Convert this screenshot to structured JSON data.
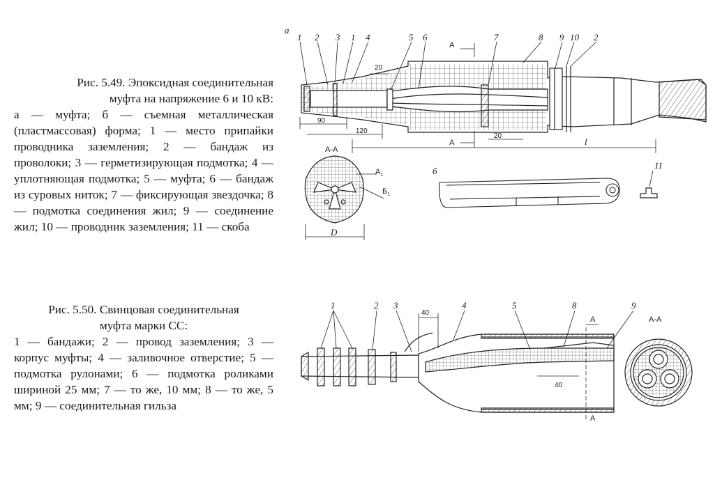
{
  "figure_549": {
    "caption": {
      "title_line1": "Рис. 5.49. Эпоксидная соединительная",
      "title_line2": "муфта на напряжение 6 и 10 кВ:",
      "body": "а — муфта; б — съемная металлическая (пластмассовая) форма; 1 — место припайки проводника заземления; 2 — бандаж из проволоки; 3 — герметизирующая подмотка; 4 — уплотняющая подмотка; 5 — муфта; 6 — бандаж из суровых ниток; 7 — фиксирующая звездочка; 8 — подмотка соединения жил; 9 — соединение жил; 10 — проводник заземления; 11 — скоба"
    },
    "labels": {
      "view_a": "а",
      "view_b": "б",
      "n1": "1",
      "n2": "2",
      "n3": "3",
      "n1b": "1",
      "n4": "4",
      "n5": "5",
      "n6": "6",
      "n7": "7",
      "n8": "8",
      "n9": "9",
      "n10": "10",
      "n2b": "2",
      "n11": "11",
      "section_top": "А",
      "section_bottom": "А",
      "section_name": "А-А",
      "dim_20_top": "20",
      "dim_90": "90",
      "dim_120": "120",
      "dim_20_bottom": "20",
      "dim_l": "l",
      "dim_a1": "А",
      "dim_a1_sub": "1",
      "dim_b1": "Б",
      "dim_b1_sub": "1",
      "dim_d": "D"
    }
  },
  "figure_550": {
    "caption": {
      "title_line1": "Рис. 5.50. Свинцовая соединительная",
      "title_line2": "муфта марки СС:",
      "body": "1 — бандажи; 2 — провод заземления; 3 — корпус муфты; 4 — заливочное отверстие; 5 — подмотка рулонами; 6 — подмотка роликами шириной 25 мм; 7 — то же, 10 мм; 8 — то же, 5 мм; 9 — соединительная гильза"
    },
    "labels": {
      "n1": "1",
      "n2": "2",
      "n3": "3",
      "n4": "4",
      "n5": "5",
      "n8": "8",
      "n9": "9",
      "dim_40_top": "40",
      "dim_40_bottom": "40",
      "section_top": "А",
      "section_bottom": "А",
      "section_name": "А-А"
    }
  }
}
